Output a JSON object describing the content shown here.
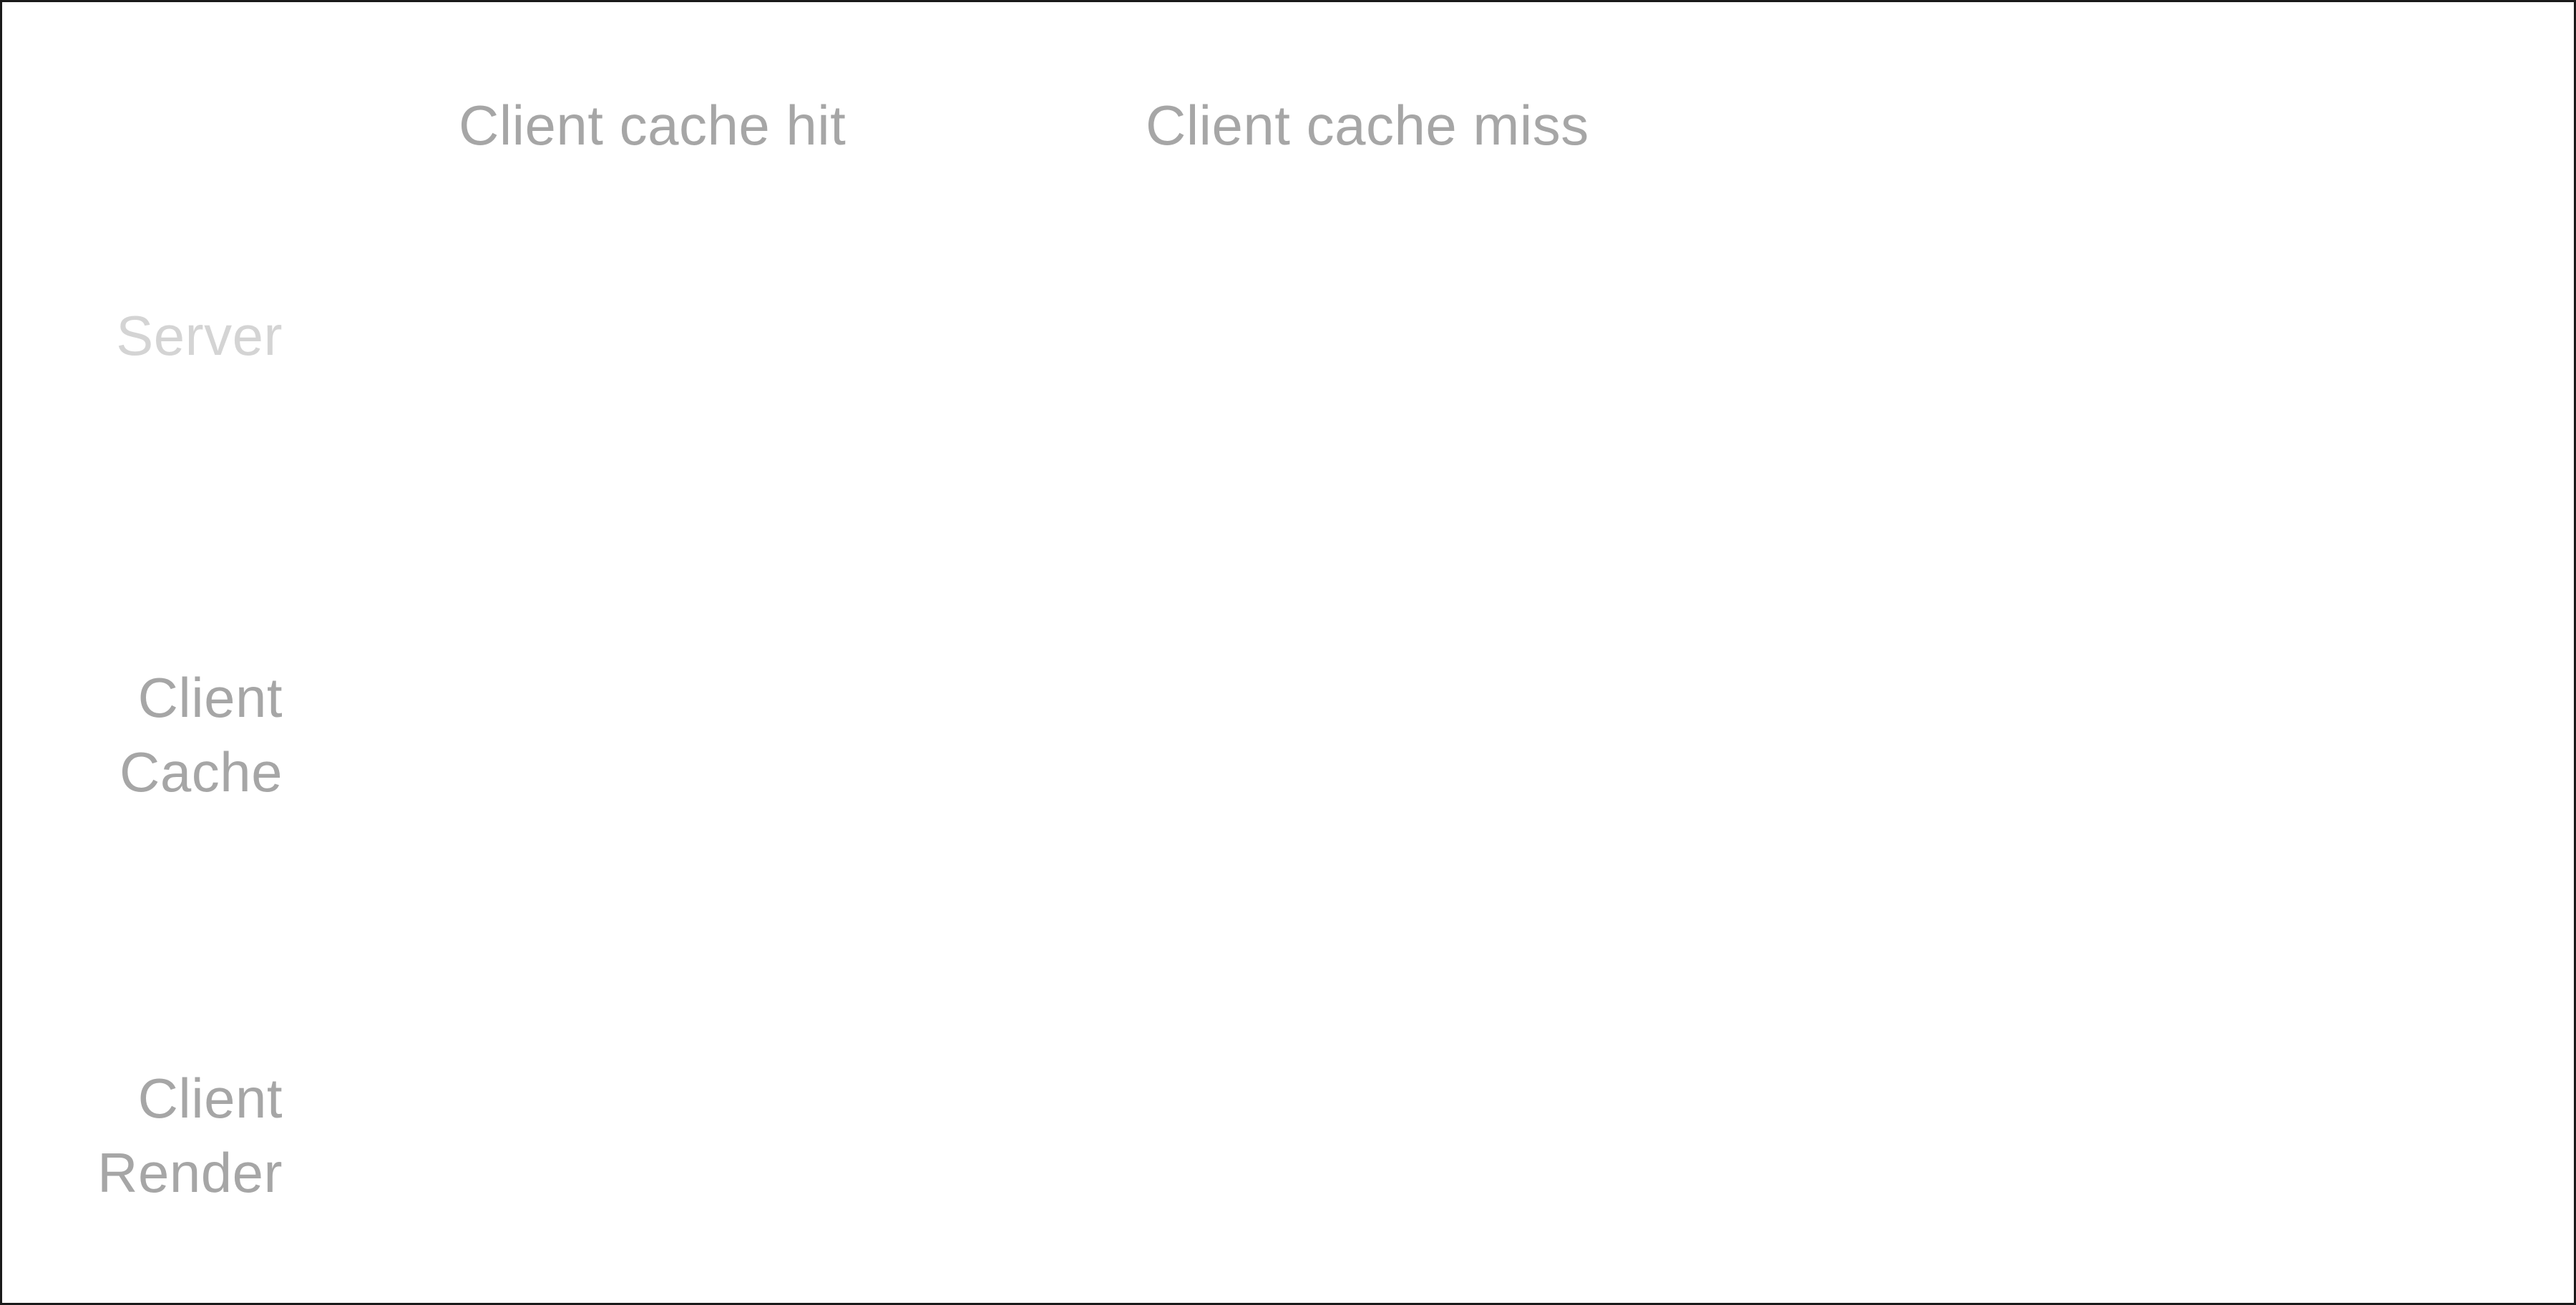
{
  "columns": {
    "hit": "Client cache hit",
    "miss": "Client cache miss"
  },
  "rows": {
    "server": [
      "Server"
    ],
    "client_cache": [
      "Client",
      "Cache"
    ],
    "client_render": [
      "Client",
      "Render"
    ]
  },
  "colors": {
    "label": "#a6a6a6",
    "label_faded": "#d4d4d4",
    "border": "#1a1a1a",
    "background": "#ffffff"
  }
}
